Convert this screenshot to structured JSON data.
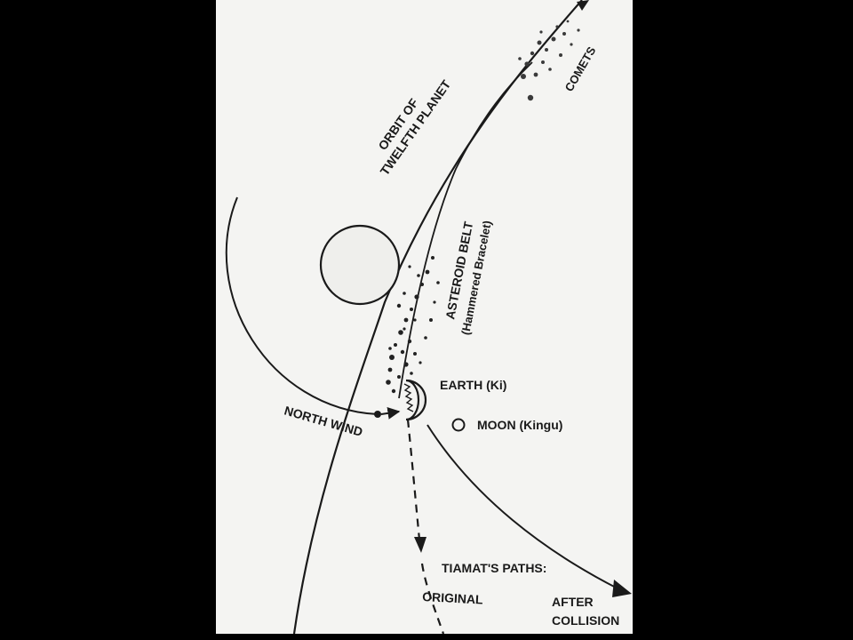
{
  "colors": {
    "page_bg": "#000000",
    "paper": "#f4f4f2",
    "ink": "#1a1a1a",
    "planet_fill": "#efefec"
  },
  "labels": {
    "orbit_line1": "ORBIT OF",
    "orbit_line2": "TWELFTH PLANET",
    "comets": "COMETS",
    "asteroid_line1": "ASTEROID BELT",
    "asteroid_line2": "(Hammered Bracelet)",
    "earth": "EARTH (Ki)",
    "moon": "MOON (Kingu)",
    "north_wind": "NORTH WIND",
    "tiamat_paths": "TIAMAT'S PATHS:",
    "original": "ORIGINAL",
    "after_line1": "AFTER",
    "after_line2": "COLLISION"
  }
}
